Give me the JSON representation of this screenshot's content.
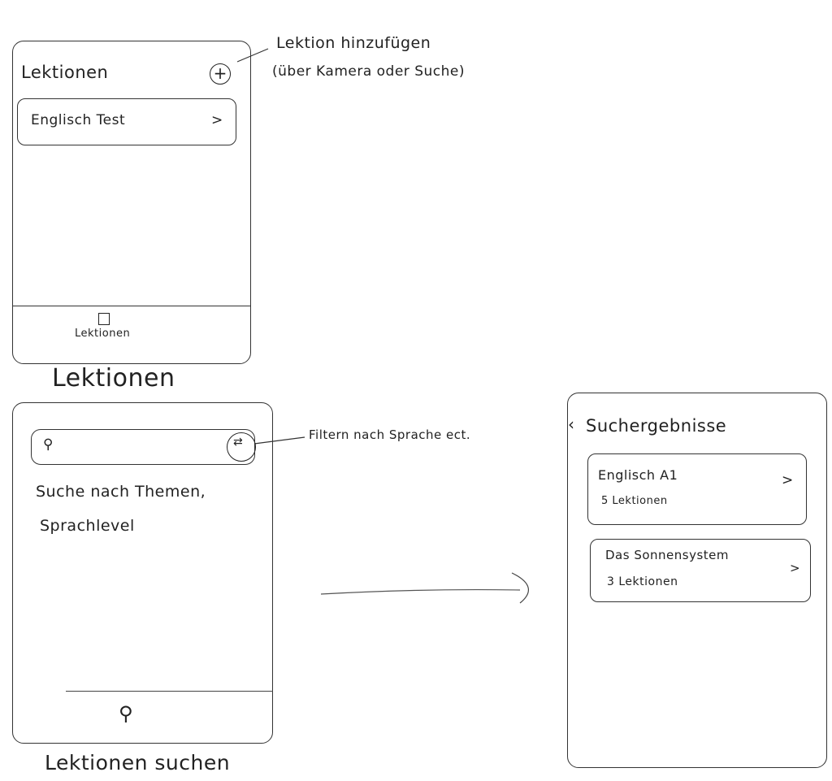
{
  "screens": {
    "lessons": {
      "title": "Lektionen",
      "lesson_item": {
        "label": "Englisch Test",
        "chevron": ">"
      },
      "tab_label": "Lektionen",
      "caption": "Lektionen",
      "add_annotation": {
        "line1": "Lektion hinzufügen",
        "line2": "(über Kamera oder Suche)"
      }
    },
    "search": {
      "hint_line1": "Suche nach Themen,",
      "hint_line2": "Sprachlevel",
      "caption": "Lektionen suchen",
      "filter_annotation": "Filtern nach Sprache ect."
    },
    "results": {
      "back": "‹",
      "title": "Suchergebnisse",
      "items": [
        {
          "title": "Englisch A1",
          "subtitle": "5 Lektionen",
          "chevron": ">"
        },
        {
          "title": "Das Sonnensystem",
          "subtitle": "3 Lektionen",
          "chevron": ">"
        }
      ]
    }
  }
}
